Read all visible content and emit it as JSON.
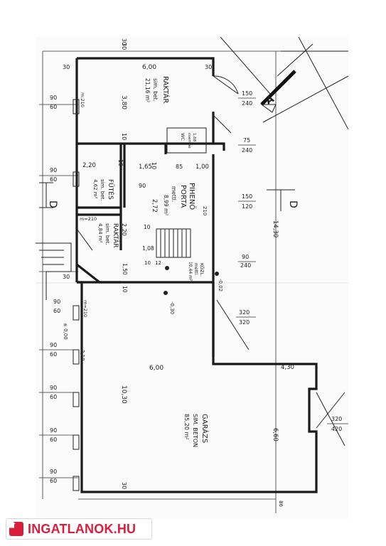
{
  "rooms": {
    "raktar_top": {
      "name": "RAKTÁR",
      "floor": "sim. bet.",
      "area": "21,16 m²"
    },
    "wc": {
      "name": "WC",
      "floor": "csempe",
      "area": "1,68"
    },
    "piheno": {
      "name": "PIHENŐ",
      "name2": "PORTA",
      "floor": "mettl.",
      "area": "8,99 m²"
    },
    "futes": {
      "name": "FŰTÉS",
      "floor": "sim. bet.",
      "area": "4,62 m²"
    },
    "raktar_small": {
      "name": "RAKTÁR",
      "floor": "sim. bet.",
      "area": "4,84 m²"
    },
    "kozl": {
      "name": "KÖZL.",
      "floor": "mettl.",
      "area": "10,44 m²"
    },
    "garazs": {
      "name": "GARÁZS",
      "floor": "SIM. BETON",
      "area": "85,20 m²"
    }
  },
  "dims": {
    "top_30a": "30",
    "top_30b": "30",
    "top_600": "6,00",
    "top_30c": "30",
    "raktar_380": "3,80",
    "col_10": "10",
    "d_220": "2,20",
    "d_10a": "10",
    "d_165": "1,65",
    "d_10b": "10",
    "d_85": "85",
    "d_100": "1,00",
    "d_272": "2,72",
    "d_90": "90",
    "d_220b": "2,20",
    "d_10c": "10",
    "d_108": "1,08",
    "d_12": "12",
    "d_10d": "10",
    "w_150_240": "150",
    "w_240": "240",
    "w_75": "75",
    "w_240b": "240",
    "w_150_120": "150",
    "w_120": "120",
    "w_90_240": "90",
    "w_240c": "240",
    "w_320a": "320",
    "w_320b": "320",
    "w_320c": "320",
    "w_420": "420",
    "l_90a": "90",
    "l_60a": "60",
    "l_90b": "90",
    "l_60b": "60",
    "l_90c": "90",
    "l_60c": "60",
    "l_90d": "90",
    "l_60d": "60",
    "l_90e": "90",
    "l_60e": "60",
    "l_90f": "90",
    "l_60f": "60",
    "l_90g": "90",
    "l_60g": "60",
    "l_30": "30",
    "m210a": "m:210",
    "m210b": "m=210",
    "m210c": "m=210",
    "g_600": "6,00",
    "g_1030": "10,30",
    "g_430": "4,30",
    "g_660": "6,60",
    "g_30": "30",
    "g_1430": "14,30",
    "lvl_000": "± 0,00",
    "lvl_030": "-0,30",
    "lvl_002": "-0,02",
    "b_150": "1,50",
    "b_10": "10",
    "t_210": "210",
    "t_210b": "2,10",
    "s_86": "86",
    "s_30": "30"
  },
  "section": {
    "letter_a": "A",
    "letter_d1": "D",
    "letter_d2": "D"
  },
  "watermark": {
    "text": "INGATLANOK.HU"
  }
}
